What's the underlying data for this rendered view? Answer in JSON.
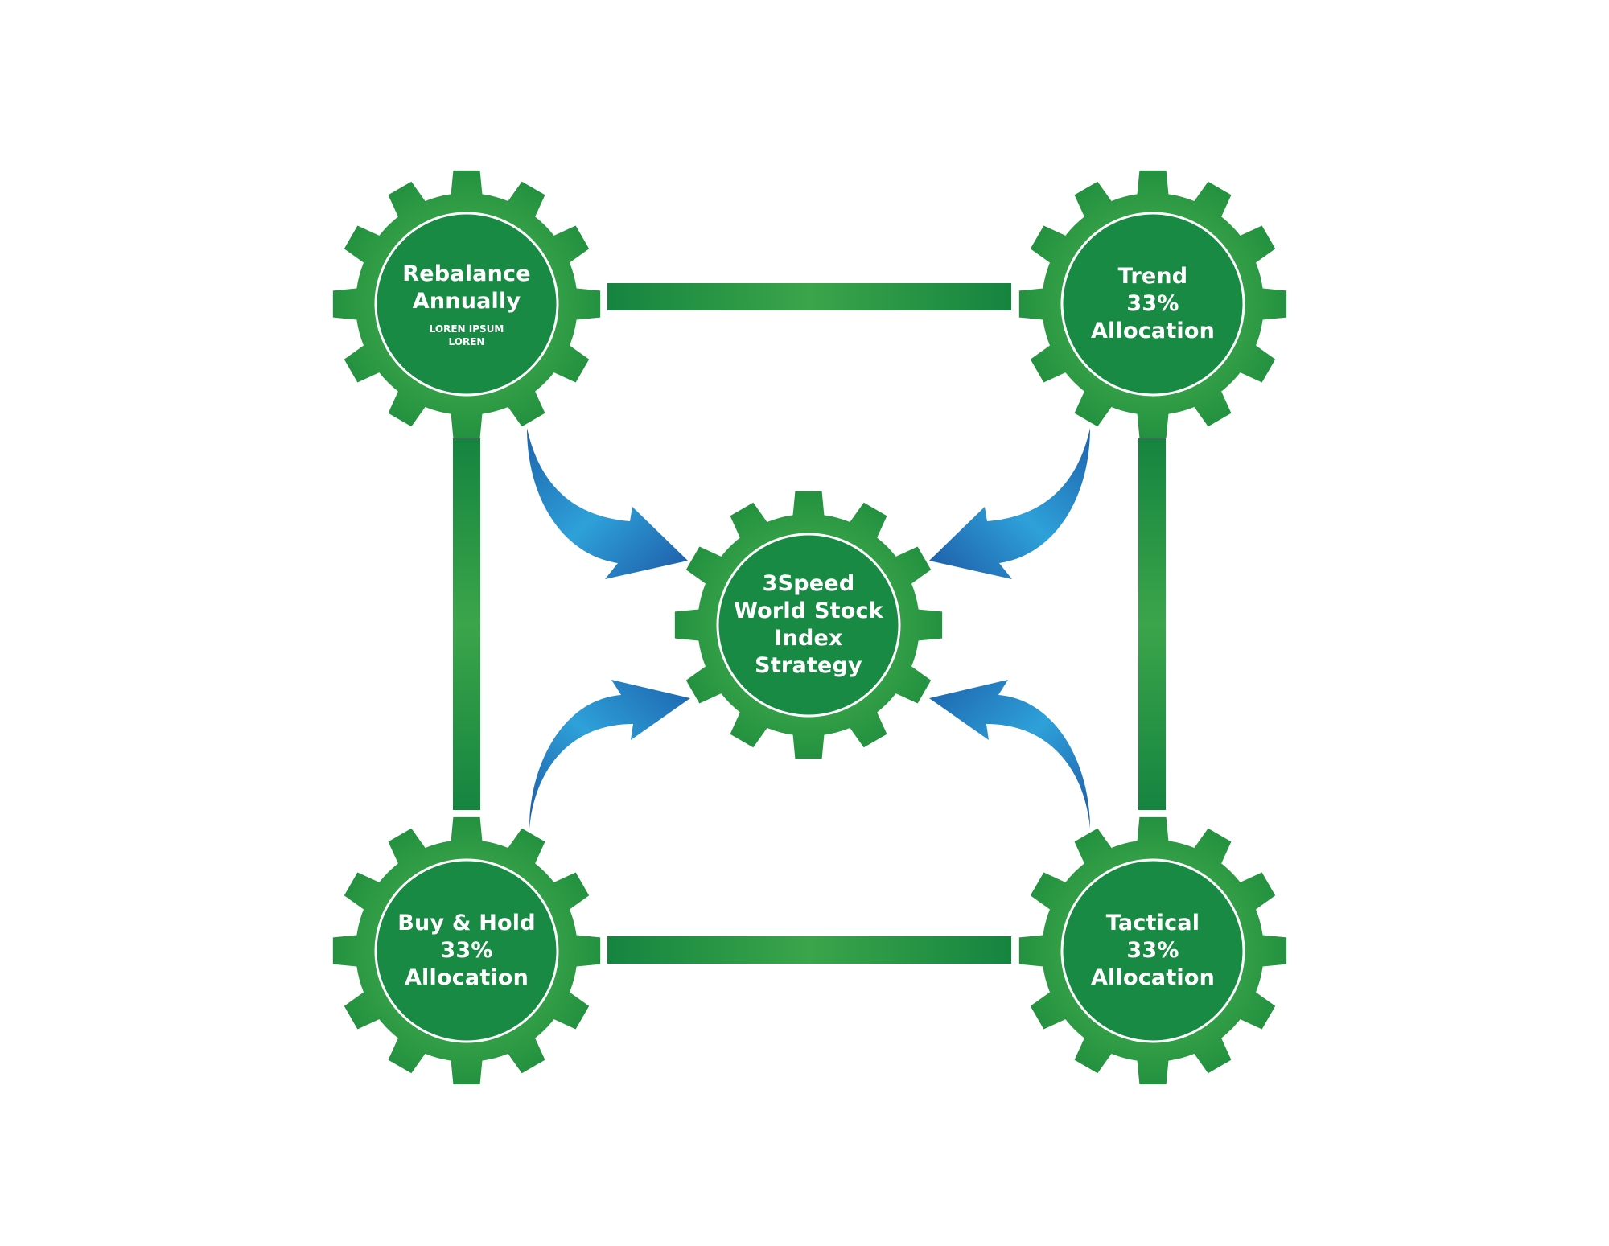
{
  "colors": {
    "gear_green": "#2f9b45",
    "gear_inner": "#188a44",
    "ring_white": "#ffffff",
    "bar_green_edge": "#15843f",
    "bar_green_mid": "#3aa54a",
    "arrow_blue_light": "#2fa0d8",
    "arrow_blue_dark": "#1d5fa9",
    "text": "#ffffff"
  },
  "gears": {
    "top_left": {
      "lines": [
        "Rebalance",
        "Annually"
      ],
      "sub_lines": [
        "LOREN IPSUM",
        "LOREN"
      ]
    },
    "top_right": {
      "lines": [
        "Trend",
        "33%",
        "Allocation"
      ]
    },
    "center": {
      "lines": [
        "3Speed",
        "World Stock",
        "Index",
        "Strategy"
      ]
    },
    "bottom_left": {
      "lines": [
        "Buy & Hold",
        "33%",
        "Allocation"
      ]
    },
    "bottom_right": {
      "lines": [
        "Tactical",
        "33%",
        "Allocation"
      ]
    }
  },
  "connectors": {
    "bars": [
      "top",
      "bottom",
      "left",
      "right"
    ],
    "arrows": [
      "top-left-to-center",
      "top-right-to-center",
      "bottom-left-to-center",
      "bottom-right-to-center"
    ]
  },
  "icons": {
    "gear": "gear-icon",
    "arrow": "curved-arrow-icon"
  }
}
